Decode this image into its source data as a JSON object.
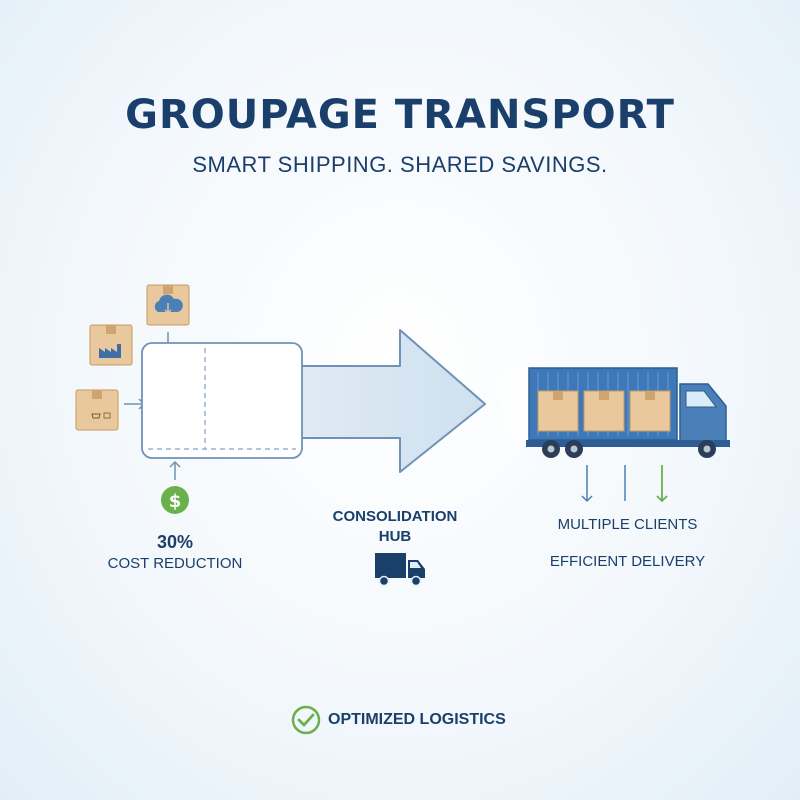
{
  "header": {
    "title": "GROUPAGE TRANSPORT",
    "subtitle": "SMART SHIPPING. SHARED SAVINGS."
  },
  "savings": {
    "percent": "30%",
    "label": "COST REDUCTION",
    "icon": "dollar-icon"
  },
  "hub": {
    "line1": "CONSOLIDATION",
    "line2": "HUB",
    "icon": "delivery-truck-icon"
  },
  "delivery": {
    "clients": "MULTIPLE CLIENTS",
    "efficient": "EFFICIENT DELIVERY"
  },
  "footer": {
    "label": "OPTIMIZED LOGISTICS",
    "icon": "check-circle-icon"
  },
  "colors": {
    "navy": "#1b3f6b",
    "box_fill": "#e8c89c",
    "box_tape": "#cfa46e",
    "truck_blue": "#4a7fb8",
    "container_blue": "#3f78b8",
    "green": "#6ab04c",
    "arrow_fill": "#dbe8f3",
    "arrow_stroke": "#6f92b8"
  }
}
